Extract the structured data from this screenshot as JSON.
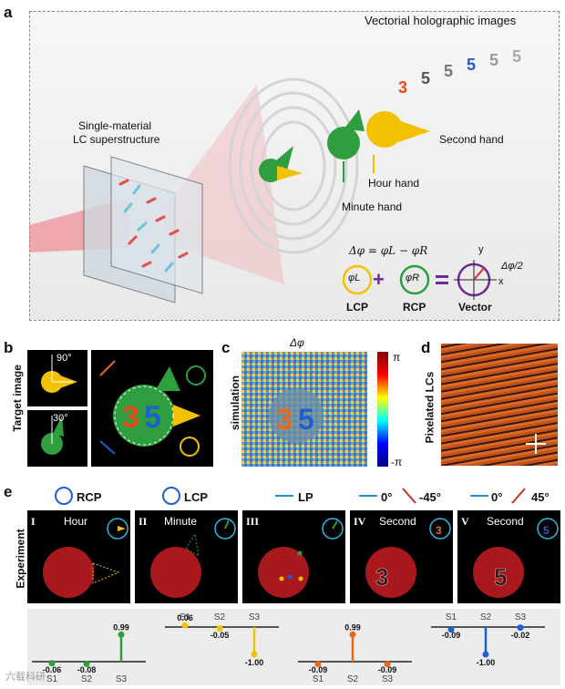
{
  "panel_a": {
    "letter": "a",
    "title": "Vectorial holographic images",
    "lc_label_1": "Single-material",
    "lc_label_2": "LC superstructure",
    "second_hand": "Second hand",
    "hour_hand": "Hour hand",
    "minute_hand": "Minute hand",
    "equation": "Δφ = φL − φR",
    "phi_L": "φL",
    "phi_R": "φR",
    "lcp": "LCP",
    "rcp": "RCP",
    "vector": "Vector",
    "half_phase": "Δφ/2",
    "axis_x": "x",
    "axis_y": "y",
    "colors": {
      "hour": "#f2c200",
      "minute": "#2e9e3e",
      "rcp": "#2e9e3e",
      "plus": "#6a2c91",
      "vector": "#6a2c91"
    }
  },
  "panel_b": {
    "letter": "b",
    "side_label": "Target image",
    "angle_top": "90°",
    "angle_bottom": "30°"
  },
  "panel_c": {
    "letter": "c",
    "title": "Δφ",
    "side_label": "simulation",
    "scale_top": "π",
    "scale_bottom": "-π"
  },
  "panel_d": {
    "letter": "d",
    "side_label": "Pixelated LCs"
  },
  "panel_e": {
    "letter": "e",
    "side_label": "Experiment",
    "headers": [
      {
        "label": "RCP"
      },
      {
        "label": "LCP"
      },
      {
        "label": "LP"
      },
      {
        "label": "0°",
        "label2": "-45°"
      },
      {
        "label": "0°",
        "label2": "45°"
      }
    ],
    "frames": [
      {
        "roman": "I",
        "name": "Hour"
      },
      {
        "roman": "II",
        "name": "Minute"
      },
      {
        "roman": "III",
        "name": ""
      },
      {
        "roman": "IV",
        "name": "Second"
      },
      {
        "roman": "V",
        "name": "Second"
      }
    ],
    "stokes_labels": [
      "S1",
      "S2",
      "S3"
    ],
    "stokes": [
      {
        "values": [
          -0.06,
          -0.08,
          0.99
        ],
        "labels": [
          "-0.06",
          "-0.08",
          "0.99"
        ],
        "color": "#2e9e3e"
      },
      {
        "values": [
          0.06,
          -0.05,
          -1.0
        ],
        "labels": [
          "0.06",
          "-0.05",
          "-1.00"
        ],
        "color": "#f2c200"
      },
      {
        "values": [
          -0.09,
          0.99,
          -0.09
        ],
        "labels": [
          "-0.09",
          "0.99",
          "-0.09"
        ],
        "color": "#e86a1a"
      },
      {
        "values": [
          -0.09,
          -1.0,
          -0.02
        ],
        "labels": [
          "-0.09",
          "-1.00",
          "-0.02"
        ],
        "color": "#1f5fd1"
      }
    ]
  },
  "watermark": "六载科研"
}
